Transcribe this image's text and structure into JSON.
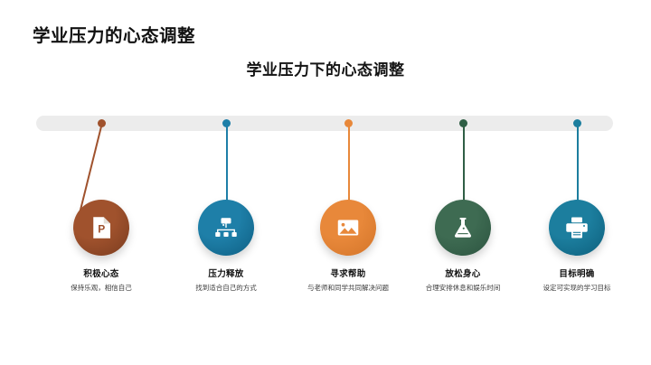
{
  "slide": {
    "main_title": "学业压力的心态调整",
    "sub_title": "学业压力下的心态调整",
    "background_color": "#ffffff",
    "timeline_bar_color": "#ececec"
  },
  "timeline": {
    "nodes": [
      {
        "head": "积极心态",
        "desc": "保持乐观，相信自己",
        "icon": "powerpoint-file-icon",
        "color": "#A0522D",
        "color_dark": "#7a3c1f",
        "dot_color": "#A0522D",
        "stem_color": "#A0522D",
        "stem_angle": "14deg"
      },
      {
        "head": "压力释放",
        "desc": "找到适合自己的方式",
        "icon": "sitemap-hierarchy-icon",
        "color": "#1E7FA8",
        "color_dark": "#0f5f83",
        "dot_color": "#1E7FA8",
        "stem_color": "#1E7FA8",
        "stem_angle": "0deg"
      },
      {
        "head": "寻求帮助",
        "desc": "与老师和同学共同解决问题",
        "icon": "picture-image-icon",
        "color": "#E8883A",
        "color_dark": "#d3752a",
        "dot_color": "#E8883A",
        "stem_color": "#E8883A",
        "stem_angle": "0deg"
      },
      {
        "head": "放松身心",
        "desc": "合理安排休息和娱乐时间",
        "icon": "flask-beaker-icon",
        "color": "#3E6B52",
        "color_dark": "#2c5440",
        "dot_color": "#2F5E45",
        "stem_color": "#2F5E45",
        "stem_angle": "0deg"
      },
      {
        "head": "目标明确",
        "desc": "设定可实现的学习目标",
        "icon": "printer-icon",
        "color": "#1C7E9E",
        "color_dark": "#0d5f7c",
        "dot_color": "#1C7E9E",
        "stem_color": "#1C7E9E",
        "stem_angle": "0deg"
      }
    ]
  }
}
